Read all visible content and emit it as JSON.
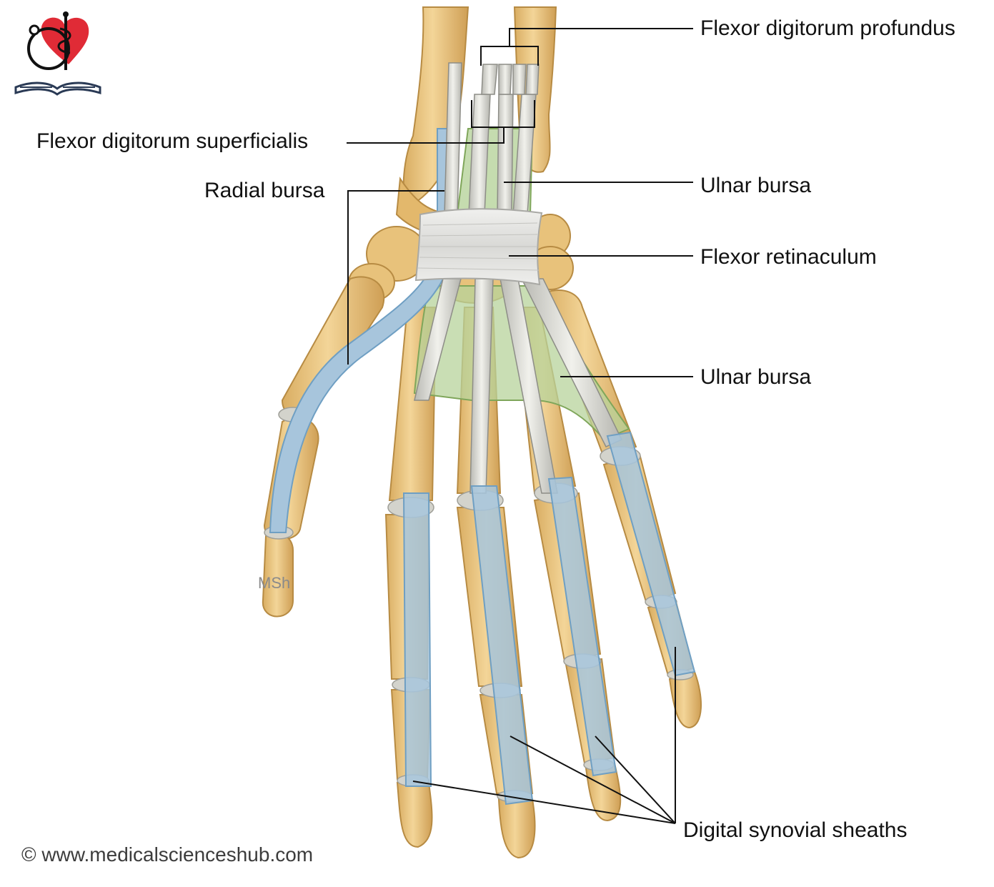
{
  "labels": {
    "fdp": "Flexor digitorum profundus",
    "fds": "Flexor digitorum superficialis",
    "ulnar_bursa_top": "Ulnar bursa",
    "radial_bursa": "Radial bursa",
    "flexor_retinaculum": "Flexor retinaculum",
    "ulnar_bursa_palm": "Ulnar bursa",
    "digital_sheaths": "Digital synovial sheaths"
  },
  "watermark": "MSh",
  "copyright": "© www.medicalscienceshub.com",
  "colors": {
    "bone": "#e9c57f",
    "bone_dark": "#c99a4c",
    "sheath_blue": "#a9c7dc",
    "bursa_green": "#b3cf96",
    "tendon": "#dadad4",
    "retinaculum": "#e4e4e1",
    "cartilage": "#cfcfc9",
    "logo_red": "#e02b36"
  },
  "icons": [
    "medical-heart-logo-icon",
    "open-book-icon"
  ]
}
